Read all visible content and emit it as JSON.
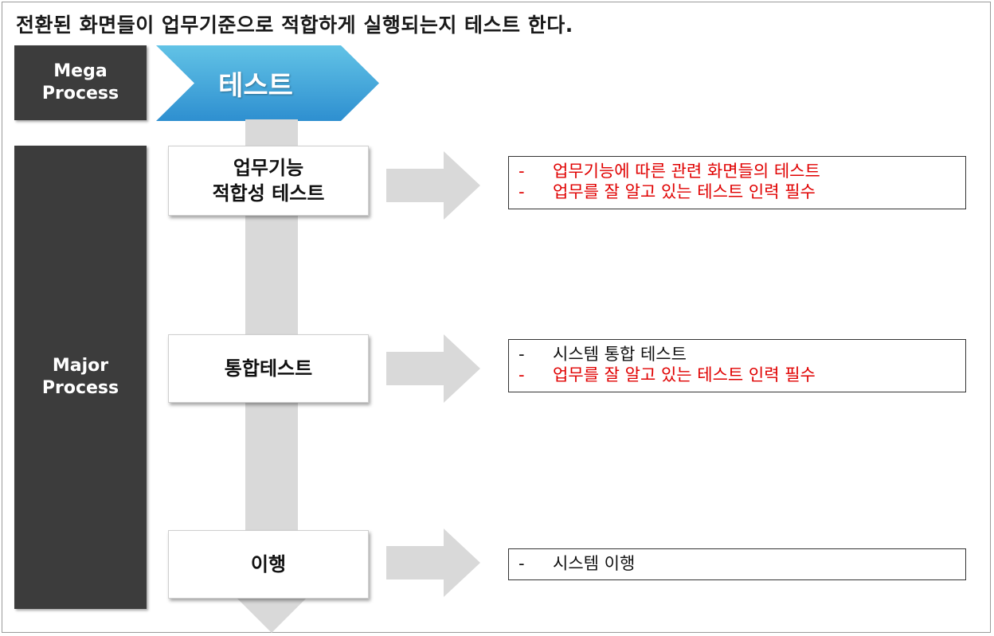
{
  "title": "전환된 화면들이 업무기준으로 적합하게 실행되는지 테스트 한다.",
  "mega_process": {
    "label": "Mega\nProcess",
    "stage": "테스트"
  },
  "major_process": {
    "label": "Major\nProcess"
  },
  "colors": {
    "dark_box": "#3c3c3c",
    "chevron_top": "#62c3e6",
    "chevron_bottom": "#2e8fd0",
    "spine": "#d9d9d9",
    "arrow": "#d9d9d9",
    "highlight_text": "#e00000"
  },
  "steps": [
    {
      "label": "업무기능\n적합성 테스트",
      "notes": [
        {
          "bullet": "-",
          "text": "업무기능에 따른 관련 화면들의 테스트",
          "highlight": true
        },
        {
          "bullet": "-",
          "text": "업무를 잘 알고 있는 테스트 인력 필수",
          "highlight": true
        }
      ]
    },
    {
      "label": "통합테스트",
      "notes": [
        {
          "bullet": "-",
          "text": "시스템 통합 테스트",
          "highlight": false
        },
        {
          "bullet": "-",
          "text": "업무를 잘 알고 있는 테스트 인력 필수",
          "highlight": true
        }
      ]
    },
    {
      "label": "이행",
      "notes": [
        {
          "bullet": "-",
          "text": "시스템 이행",
          "highlight": false
        }
      ]
    }
  ]
}
